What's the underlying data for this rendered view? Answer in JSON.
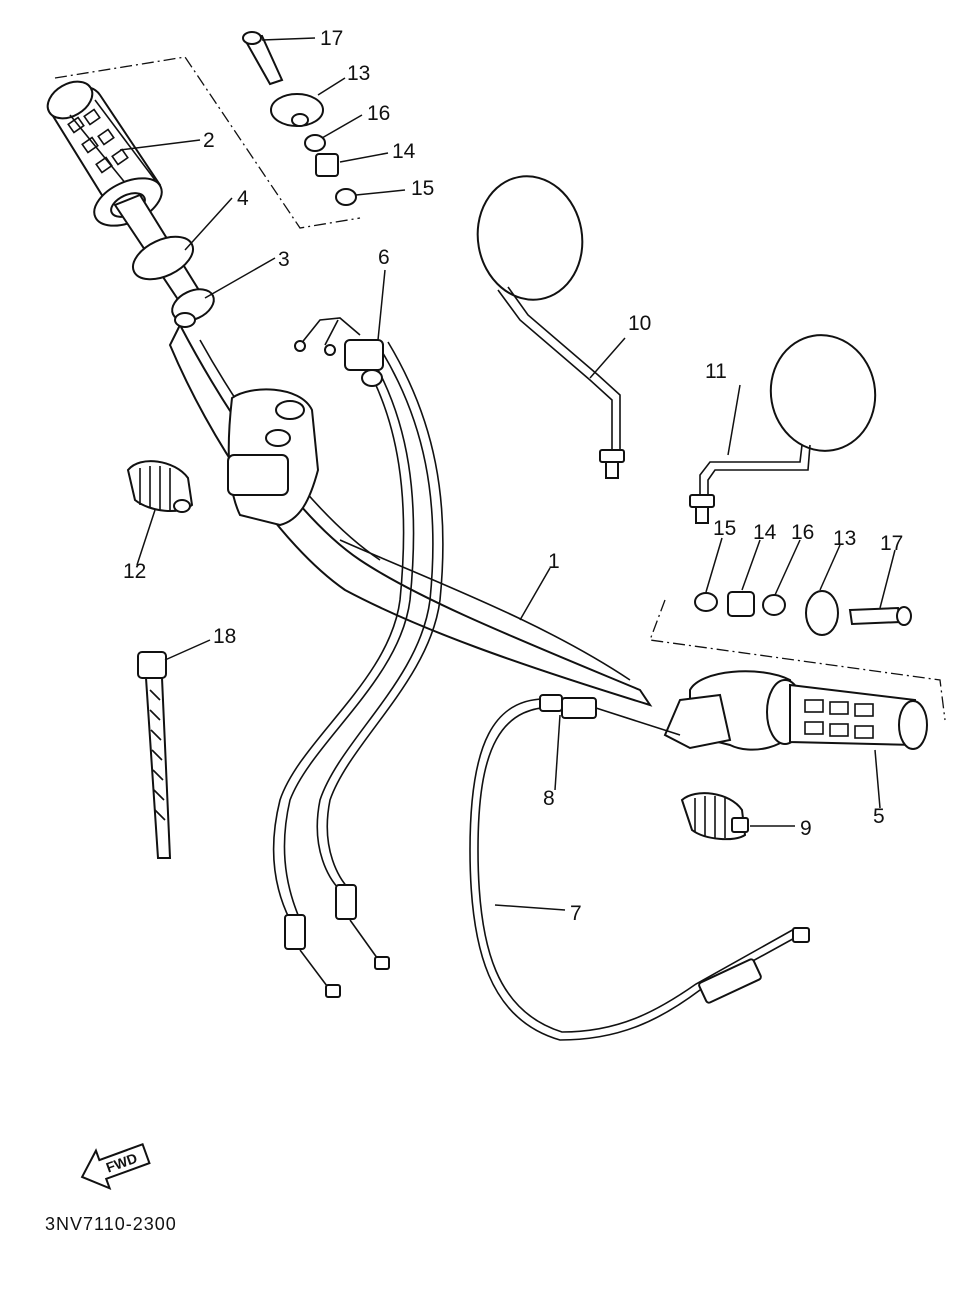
{
  "diagram": {
    "reference_code": "3NV7110-2300",
    "direction_label": "FWD",
    "callouts": {
      "c1": "1",
      "c2": "2",
      "c3": "3",
      "c4": "4",
      "c5": "5",
      "c6": "6",
      "c7": "7",
      "c8": "8",
      "c9": "9",
      "c10": "10",
      "c11": "11",
      "c12": "12",
      "c13a": "13",
      "c14a": "14",
      "c15a": "15",
      "c16a": "16",
      "c17a": "17",
      "c13b": "13",
      "c14b": "14",
      "c15b": "15",
      "c16b": "16",
      "c17b": "17",
      "c18": "18"
    }
  }
}
